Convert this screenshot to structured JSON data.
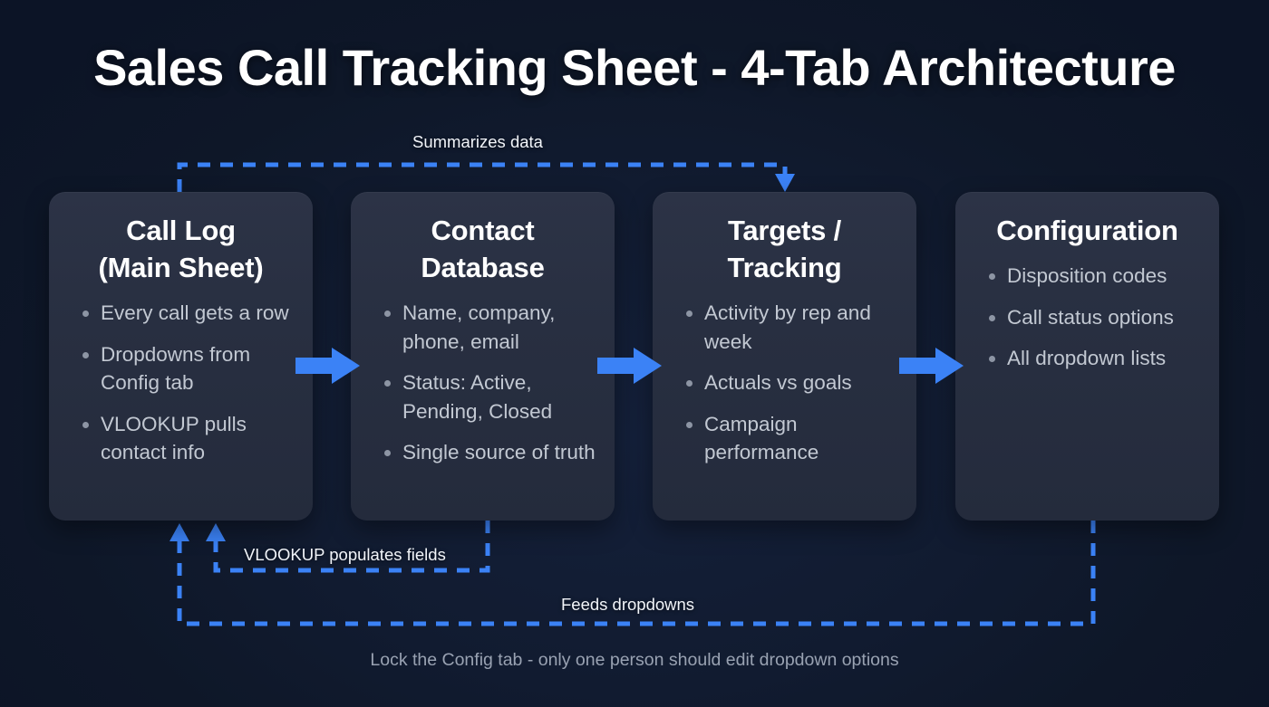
{
  "page": {
    "title": "Sales Call Tracking Sheet - 4-Tab Architecture",
    "footer_note": "Lock the Config tab - only one person should edit dropdown options",
    "background_color": "#0c1426",
    "accent_color": "#3b82f6",
    "card_color": "#282f41",
    "title_color": "#ffffff",
    "bullet_text_color": "#c2c8d2",
    "footer_color": "#99a2b2"
  },
  "cards": [
    {
      "title": "Call Log\n(Main Sheet)",
      "title_line1": "Call Log",
      "title_line2": "(Main Sheet)",
      "bullets": [
        "Every call gets a row",
        "Dropdowns from Config tab",
        "VLOOKUP pulls contact info"
      ]
    },
    {
      "title": "Contact Database",
      "title_line1": "Contact",
      "title_line2": "Database",
      "bullets": [
        "Name, company, phone, email",
        "Status: Active, Pending, Closed",
        "Single source of truth"
      ]
    },
    {
      "title": "Targets / Tracking",
      "title_line1": "Targets /",
      "title_line2": "Tracking",
      "bullets": [
        "Activity by rep and week",
        "Actuals vs goals",
        "Campaign performance"
      ]
    },
    {
      "title": "Configuration",
      "title_line1": "Configuration",
      "title_line2": "",
      "bullets": [
        "Disposition codes",
        "Call status options",
        "All dropdown lists"
      ]
    }
  ],
  "connectors": [
    {
      "label": "Summarizes data",
      "from": "Call Log (Main Sheet)",
      "to": "Targets / Tracking",
      "style": "dashed"
    },
    {
      "label": "VLOOKUP populates fields",
      "from": "Contact Database",
      "to": "Call Log (Main Sheet)",
      "style": "dashed"
    },
    {
      "label": "Feeds dropdowns",
      "from": "Configuration",
      "to": "Call Log (Main Sheet)",
      "style": "dashed"
    }
  ],
  "flow_arrows": [
    {
      "name": "arrow-calllog-to-contact"
    },
    {
      "name": "arrow-contact-to-targets"
    },
    {
      "name": "arrow-targets-to-config"
    }
  ]
}
